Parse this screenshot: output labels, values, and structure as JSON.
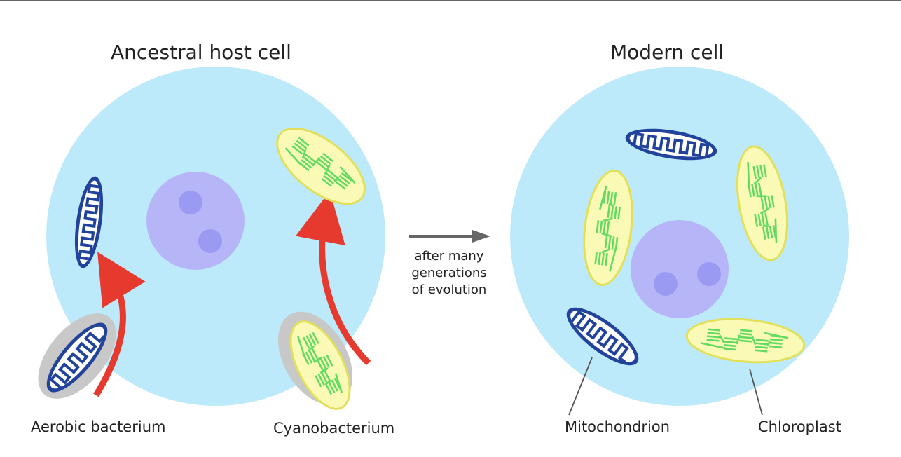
{
  "titles": {
    "left": "Ancestral host cell",
    "right": "Modern cell"
  },
  "transition": {
    "line1": "after many",
    "line2": "generations",
    "line3": "of evolution"
  },
  "labels": {
    "aerobic": "Aerobic bacterium",
    "cyano": "Cyanobacterium",
    "mito": "Mitochondrion",
    "chloro": "Chloroplast"
  },
  "colors": {
    "cytoplasm": "#bdeafa",
    "nucleus": "#b6b5f7",
    "nucleolus": "#9b9af3",
    "mito_outer": "#22439c",
    "mito_inner": "#ffffff",
    "chloro_fill": "#fafab6",
    "chloro_edge": "#e2e05a",
    "thylakoid": "#63db63",
    "membrane_gray": "#c8c8c8",
    "uptake_arrow": "#e63a2e",
    "flow_arrow": "#666666"
  }
}
